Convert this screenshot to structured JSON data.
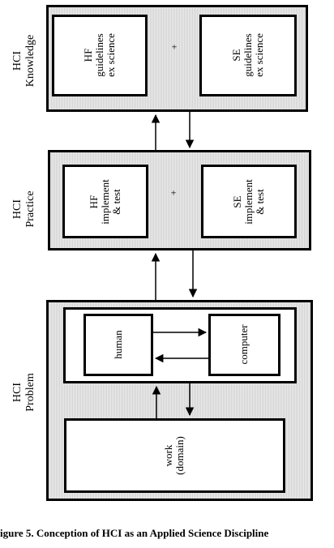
{
  "knowledge": {
    "label_line1": "HCI",
    "label_line2": "Knowledge",
    "hf_line1": "HF",
    "hf_line2": "guidelines",
    "hf_line3": "ex science",
    "plus": "+",
    "se_line1": "SE",
    "se_line2": "guidelines",
    "se_line3": "ex science"
  },
  "practice": {
    "label_line1": "HCI",
    "label_line2": "Practice",
    "hf_line1": "HF",
    "hf_line2": "implement",
    "hf_line3": "& test",
    "plus": "+",
    "se_line1": "SE",
    "se_line2": "implement",
    "se_line3": "& test"
  },
  "problem": {
    "label_line1": "HCI",
    "label_line2": "Problem",
    "human": "human",
    "computer": "computer",
    "work_line1": "work",
    "work_line2": "(domain)"
  },
  "caption": "igure 5.  Conception of  HCI as an Applied Science Discipline"
}
